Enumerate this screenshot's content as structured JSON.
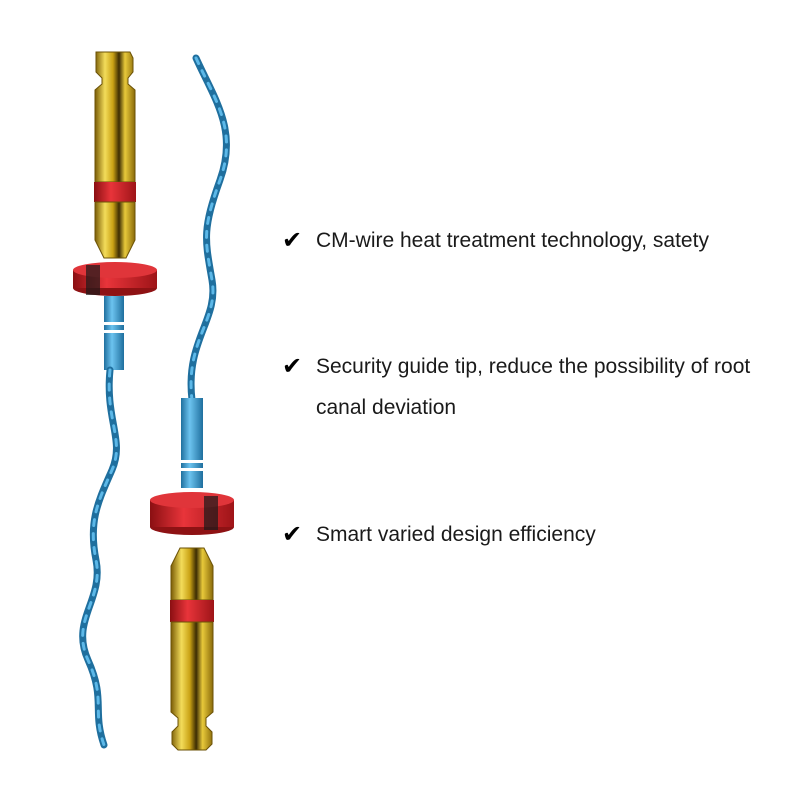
{
  "features": [
    {
      "icon": "check-icon",
      "text": "CM-wire heat treatment technology, satety"
    },
    {
      "icon": "check-icon",
      "text": "Security guide tip, reduce the possibility of root canal deviation"
    },
    {
      "icon": "check-icon",
      "text": "Smart varied design efficiency"
    }
  ],
  "colors": {
    "gold": "#d9b21c",
    "gold_dark": "#6b5206",
    "red_band": "#d9232b",
    "stopper": "#cc1f1f",
    "wire_blue": "#3b9fd3",
    "wire_dark": "#1f6f9e"
  }
}
